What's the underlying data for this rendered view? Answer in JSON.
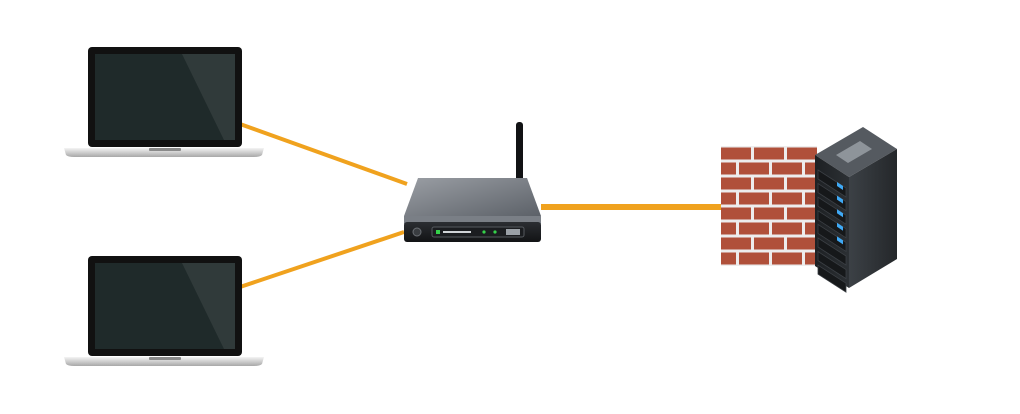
{
  "diagram": {
    "nodes": [
      {
        "id": "laptop-1",
        "icon": "laptop-icon"
      },
      {
        "id": "laptop-2",
        "icon": "laptop-icon"
      },
      {
        "id": "router",
        "icon": "wireless-router-icon"
      },
      {
        "id": "firewall",
        "icon": "brick-firewall-icon"
      },
      {
        "id": "server",
        "icon": "server-rack-icon"
      }
    ],
    "links": [
      {
        "from": "laptop-1",
        "to": "router"
      },
      {
        "from": "laptop-2",
        "to": "router"
      },
      {
        "from": "router",
        "to": "firewall"
      }
    ],
    "colors": {
      "link": "#F0A21E",
      "laptop_screen": "#1F2A2A",
      "laptop_bezel": "#111111",
      "brick": "#B0503A",
      "mortar": "#EDEDED",
      "server_body": "#2E3236",
      "server_led": "#3FA9F5",
      "router_body": "#5A5F66",
      "router_led": "#35D24A"
    }
  }
}
